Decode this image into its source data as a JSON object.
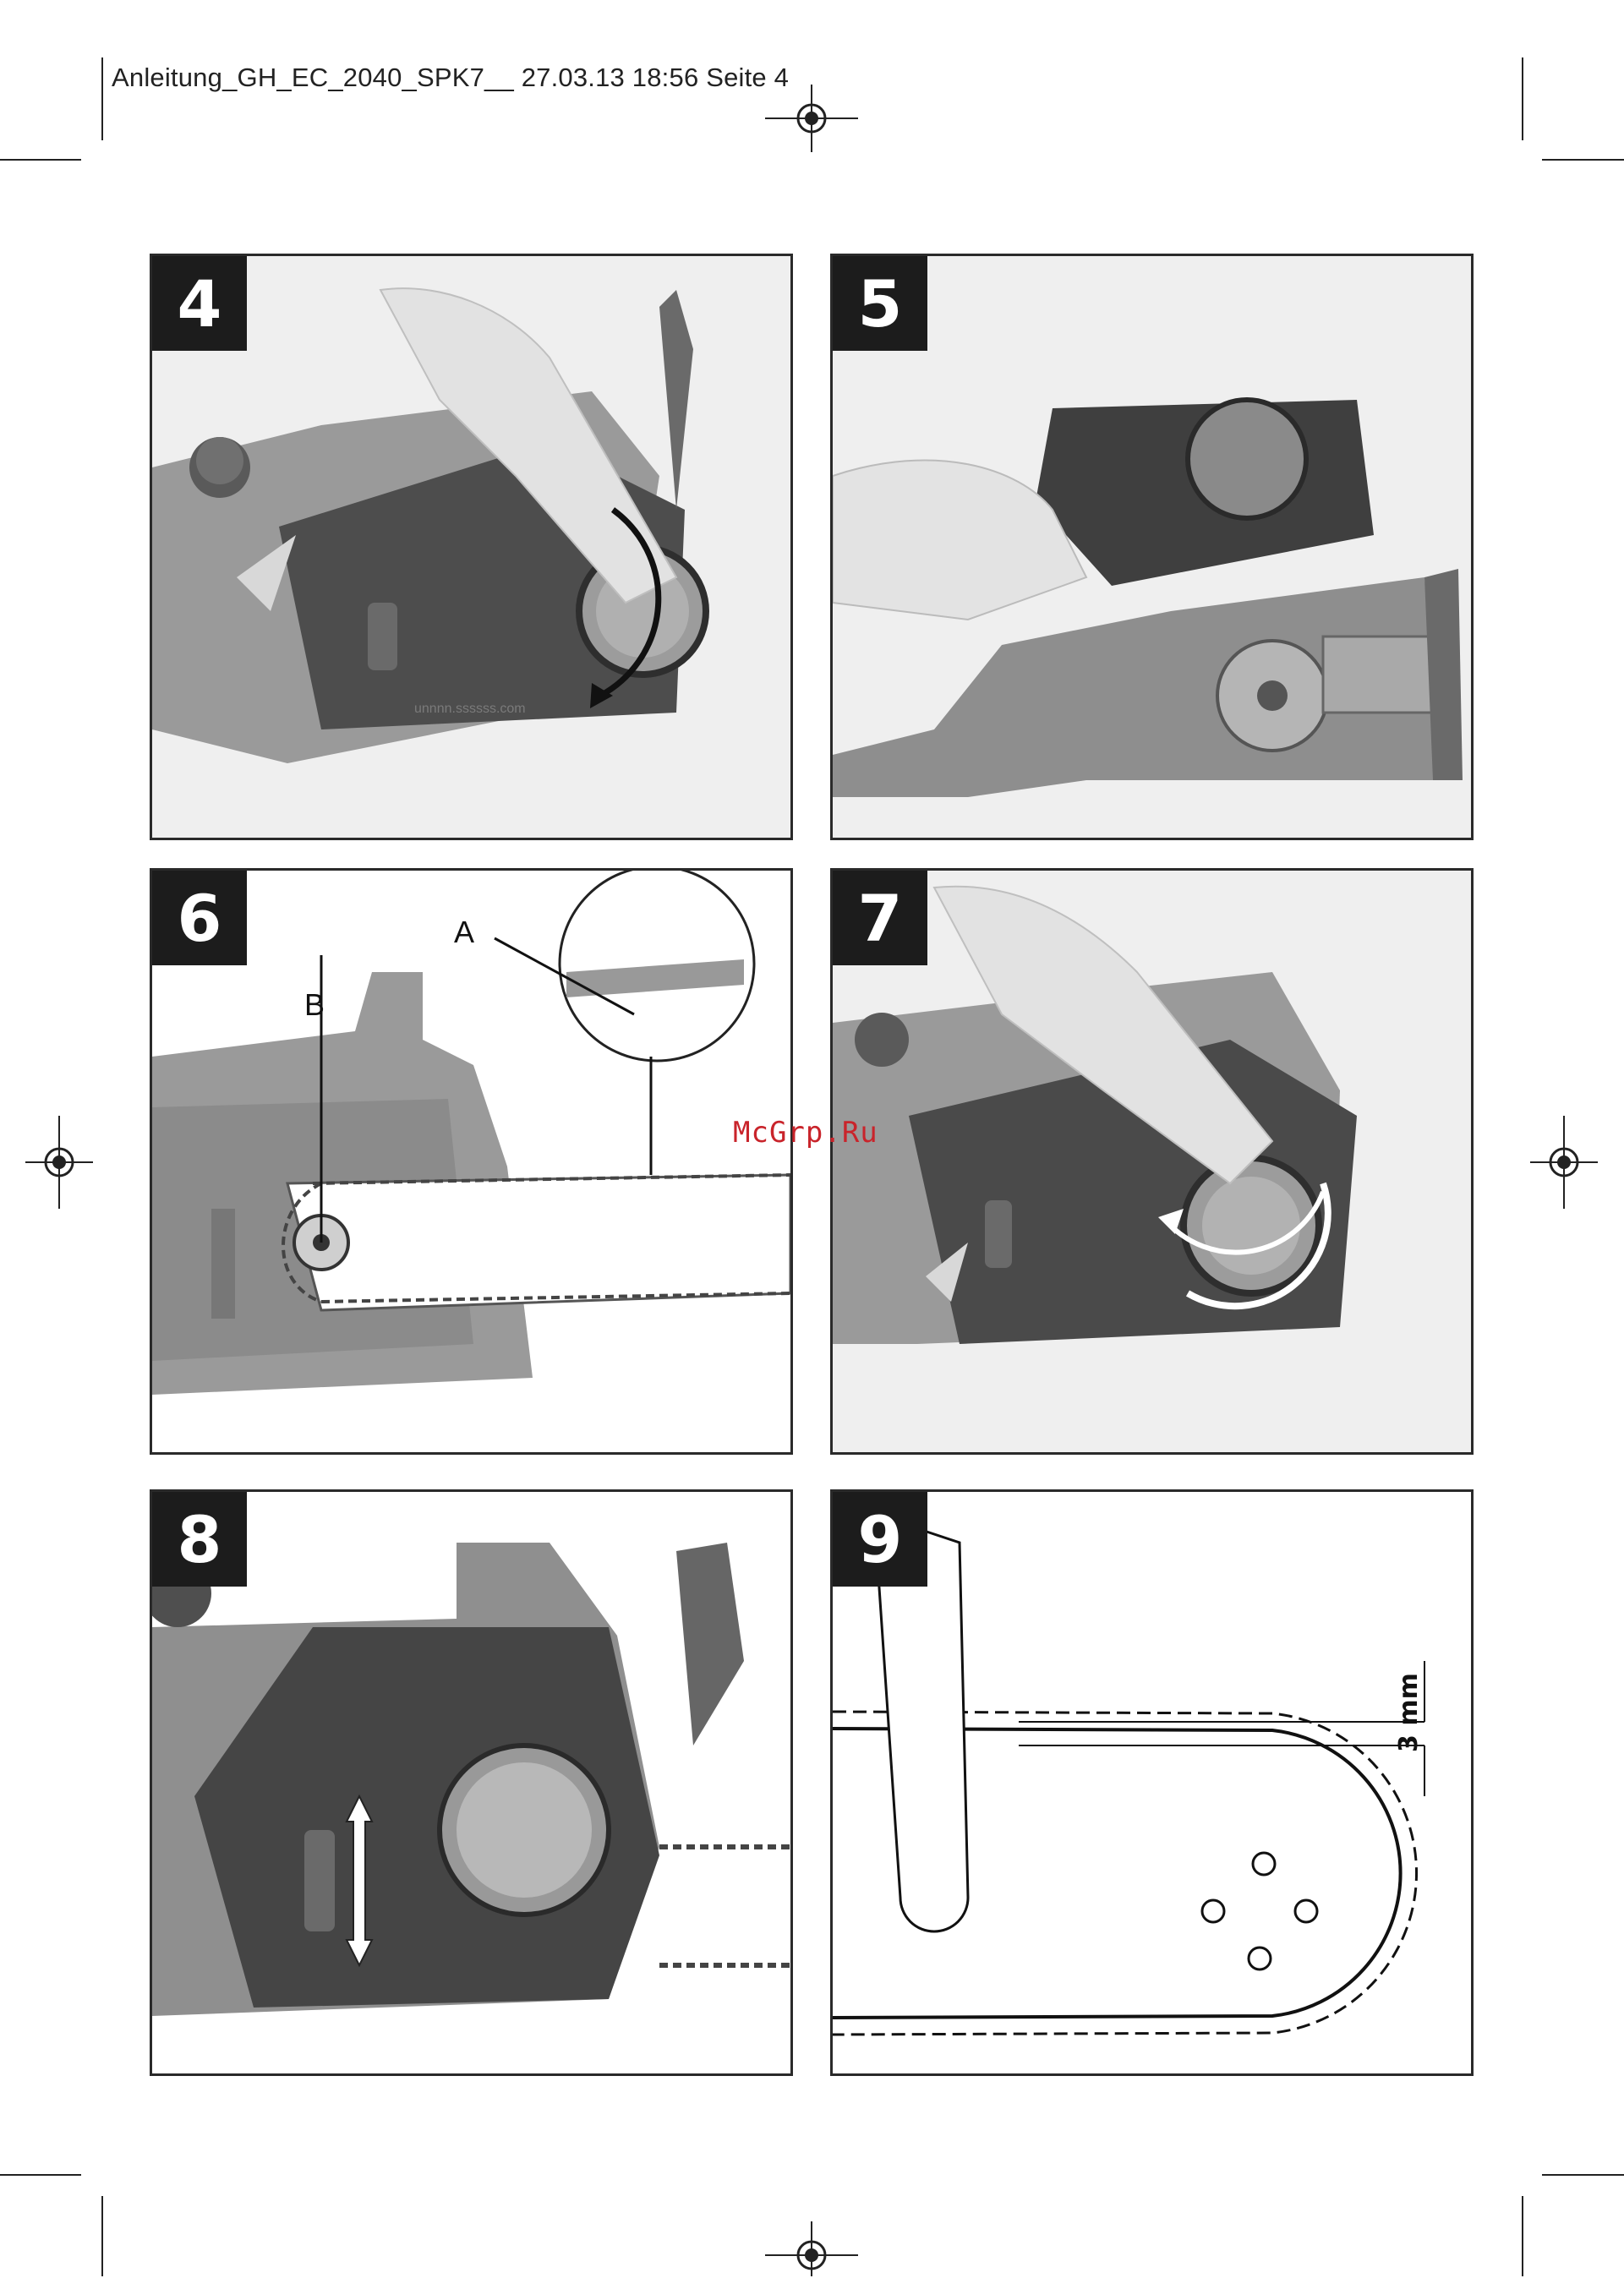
{
  "header": {
    "text": "Anleitung_GH_EC_2040_SPK7__  27.03.13  18:56  Seite 4"
  },
  "panels": [
    {
      "number": "4"
    },
    {
      "number": "5"
    },
    {
      "number": "6",
      "callouts": [
        "A",
        "B"
      ]
    },
    {
      "number": "7"
    },
    {
      "number": "8"
    },
    {
      "number": "9",
      "dimension_label": "3 mm"
    }
  ],
  "watermark": {
    "text": "McGrp.Ru",
    "color": "#c9242b"
  },
  "colors": {
    "badge": "#1c1c1c",
    "border": "#2a2a2a",
    "body_grey": "#8f8f8f",
    "cover_dark": "#4a4a4a"
  }
}
